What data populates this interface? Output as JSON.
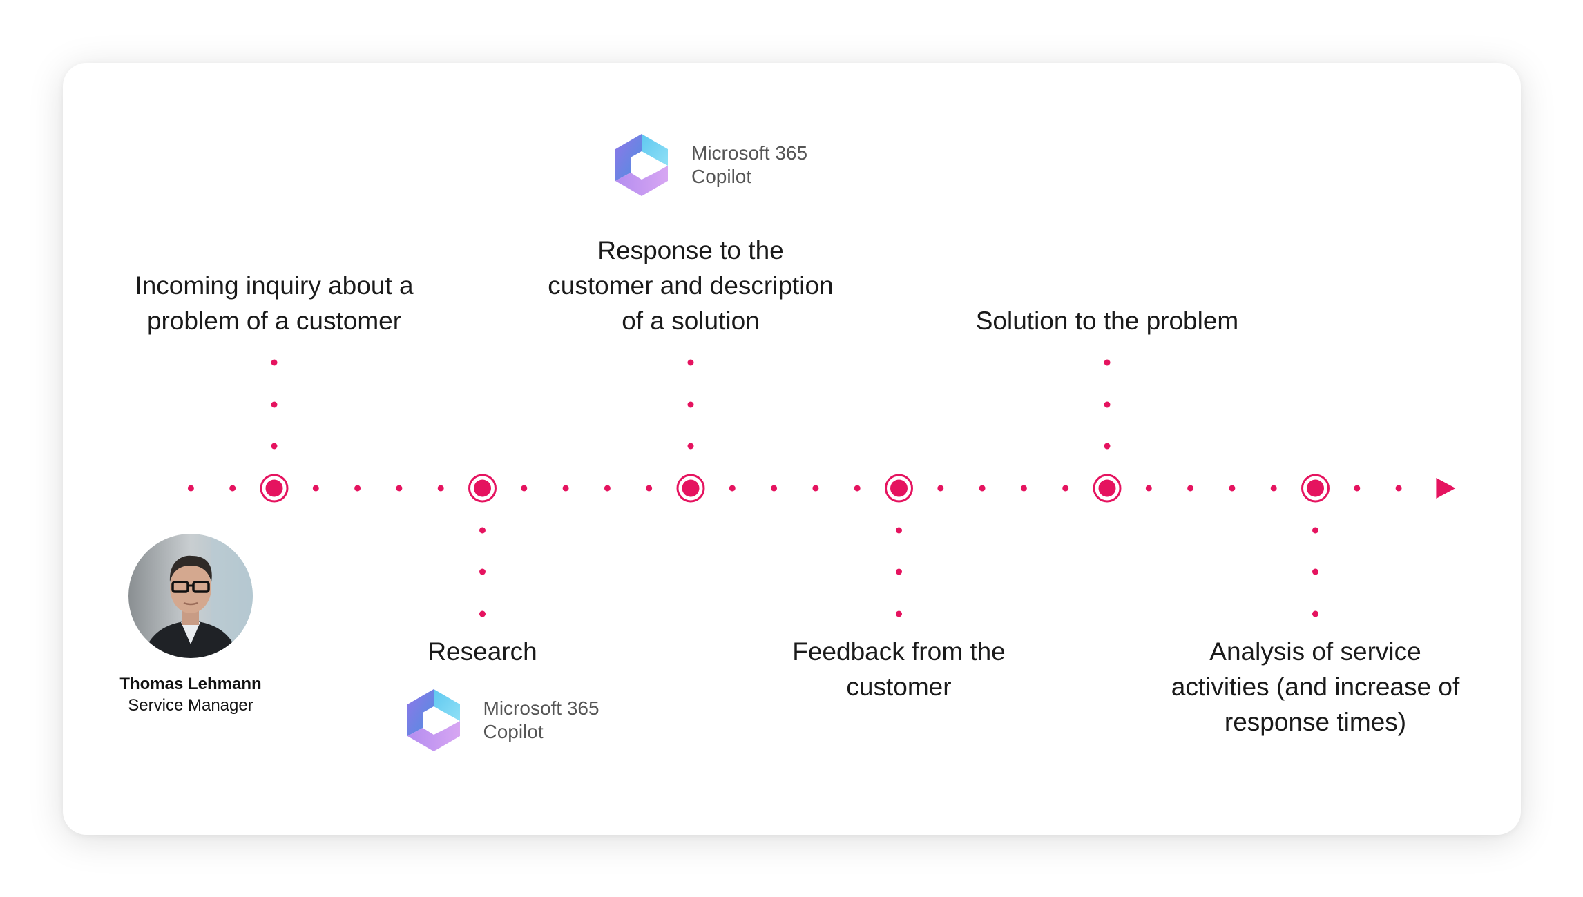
{
  "accent_color": "#e5135f",
  "person": {
    "name": "Thomas Lehmann",
    "role": "Service Manager",
    "icon": "portrait-photo"
  },
  "steps": [
    {
      "label": "Incoming inquiry about a\nproblem of a customer",
      "position": "above",
      "copilot": false
    },
    {
      "label": "Research",
      "position": "below",
      "copilot": true
    },
    {
      "label": "Response to the\ncustomer and description\nof a solution",
      "position": "above",
      "copilot": true
    },
    {
      "label": "Feedback from the\ncustomer",
      "position": "below",
      "copilot": false
    },
    {
      "label": "Solution to the problem",
      "position": "above",
      "copilot": false
    },
    {
      "label": "Analysis of service\nactivities (and increase of\nresponse times)",
      "position": "below",
      "copilot": false
    }
  ],
  "copilot": {
    "text": "Microsoft 365\nCopilot",
    "icon": "microsoft-365-copilot-logo"
  },
  "end_marker": {
    "icon": "arrow-right-icon"
  }
}
